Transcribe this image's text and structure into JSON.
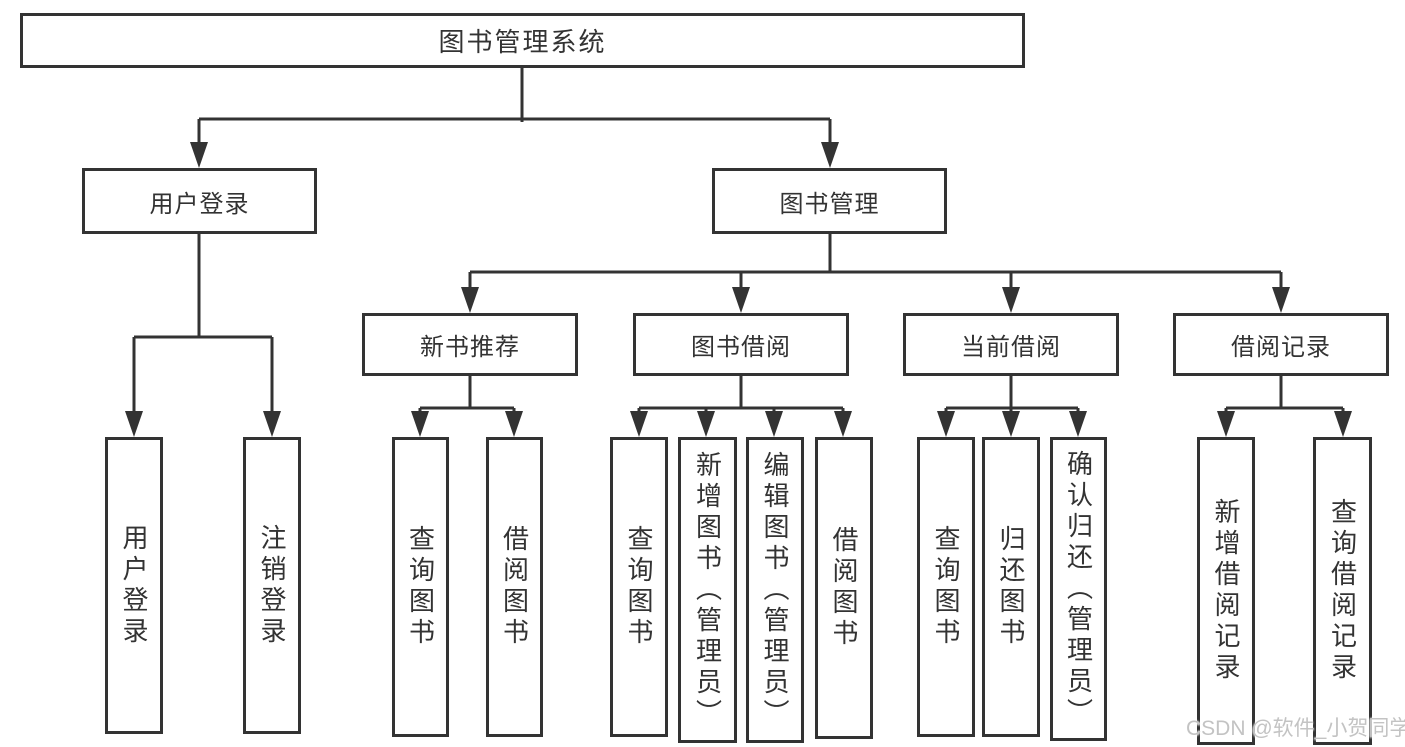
{
  "diagram": {
    "root": {
      "label": "图书管理系统"
    },
    "level1": [
      {
        "label": "用户登录"
      },
      {
        "label": "图书管理"
      }
    ],
    "level2": [
      {
        "label": "新书推荐"
      },
      {
        "label": "图书借阅"
      },
      {
        "label": "当前借阅"
      },
      {
        "label": "借阅记录"
      }
    ],
    "leaves": {
      "login": [
        {
          "label": "用户登录"
        },
        {
          "label": "注销登录"
        }
      ],
      "recommend": [
        {
          "label": "查询图书"
        },
        {
          "label": "借阅图书"
        }
      ],
      "borrow": [
        {
          "label": "查询图书"
        },
        {
          "label": "新增图书（管理员）"
        },
        {
          "label": "编辑图书（管理员）"
        },
        {
          "label": "借阅图书"
        }
      ],
      "current": [
        {
          "label": "查询图书"
        },
        {
          "label": "归还图书"
        },
        {
          "label": "确认归还（管理员）"
        }
      ],
      "records": [
        {
          "label": "新增借阅记录"
        },
        {
          "label": "查询借阅记录"
        }
      ]
    }
  },
  "colors": {
    "line": "#333333",
    "text": "#333333",
    "background": "#ffffff",
    "watermark": "#c3c3c3"
  },
  "watermark": {
    "text": "CSDN @软件_小贺同学"
  }
}
